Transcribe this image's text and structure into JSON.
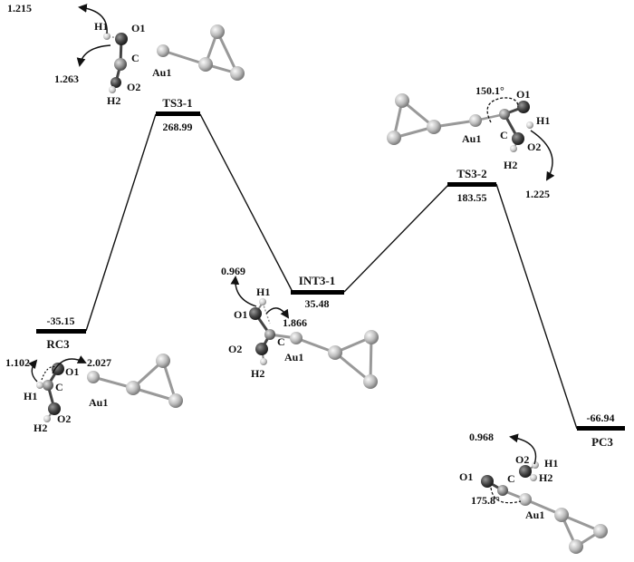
{
  "states": [
    {
      "id": "rc3",
      "name": "RC3",
      "energy": "-35.15"
    },
    {
      "id": "ts31",
      "name": "TS3-1",
      "energy": "268.99"
    },
    {
      "id": "int31",
      "name": "INT3-1",
      "energy": "35.48"
    },
    {
      "id": "ts32",
      "name": "TS3-2",
      "energy": "183.55"
    },
    {
      "id": "pc3",
      "name": "PC3",
      "energy": "-66.94"
    }
  ],
  "structures": {
    "ts31": {
      "atoms": {
        "h1": "H1",
        "o1": "O1",
        "c": "C",
        "o2": "O2",
        "h2": "H2",
        "au1": "Au1"
      },
      "distances": [
        "1.215",
        "1.263"
      ]
    },
    "ts32": {
      "atoms": {
        "o1": "O1",
        "h1": "H1",
        "c": "C",
        "o2": "O2",
        "h2": "H2",
        "au1": "Au1"
      },
      "distances": [
        "1.225"
      ],
      "angle": "150.1°"
    },
    "int31": {
      "atoms": {
        "h1": "H1",
        "o1": "O1",
        "c": "C",
        "o2": "O2",
        "h2": "H2",
        "au1": "Au1"
      },
      "distances": [
        "0.969",
        "1.866"
      ]
    },
    "rc3": {
      "atoms": {
        "o1": "O1",
        "c": "C",
        "h1": "H1",
        "o2": "O2",
        "h2": "H2",
        "au1": "Au1"
      },
      "distances": [
        "1.102",
        "2.027"
      ]
    },
    "pc3": {
      "atoms": {
        "o1": "O1",
        "c": "C",
        "o2": "O2",
        "h1": "H1",
        "h2": "H2",
        "au1": "Au1"
      },
      "distances": [
        "0.968"
      ],
      "angle": "175.8°"
    }
  }
}
